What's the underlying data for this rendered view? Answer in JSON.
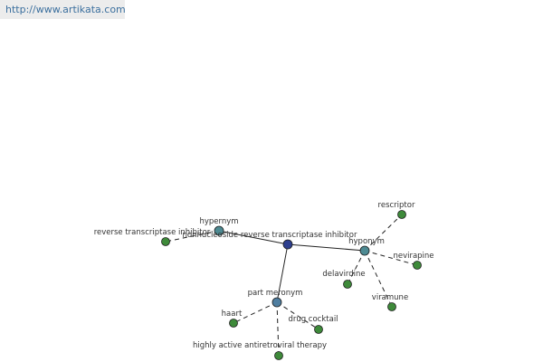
{
  "watermark": {
    "url": "http://www.artikata.com"
  },
  "graph": {
    "nodes": [
      {
        "id": "center",
        "label": "nonnucleoside reverse transcriptase inhibitor",
        "kind": "root",
        "color": "#2e3f8f"
      },
      {
        "id": "hypernym",
        "label": "hypernym",
        "kind": "relation",
        "color": "#4d8a92"
      },
      {
        "id": "hyponym",
        "label": "hyponym",
        "kind": "relation",
        "color": "#4d8a92"
      },
      {
        "id": "meronym",
        "label": "part meronym",
        "kind": "relation",
        "color": "#4f7ea0"
      },
      {
        "id": "rti",
        "label": "reverse transcriptase inhibitor",
        "kind": "term",
        "color": "#3e8a3a"
      },
      {
        "id": "rescriptor",
        "label": "rescriptor",
        "kind": "term",
        "color": "#3e8a3a"
      },
      {
        "id": "nevirapine",
        "label": "nevirapine",
        "kind": "term",
        "color": "#3e8a3a"
      },
      {
        "id": "delavirdine",
        "label": "delavirdine",
        "kind": "term",
        "color": "#3e8a3a"
      },
      {
        "id": "viramune",
        "label": "viramune",
        "kind": "term",
        "color": "#3e8a3a"
      },
      {
        "id": "haart",
        "label": "haart",
        "kind": "term",
        "color": "#3e8a3a"
      },
      {
        "id": "drugcocktail",
        "label": "drug cocktail",
        "kind": "term",
        "color": "#3e8a3a"
      },
      {
        "id": "hart",
        "label": "highly active antiretroviral therapy",
        "kind": "term",
        "color": "#3e8a3a"
      }
    ],
    "edges": [
      {
        "from": "center",
        "to": "hypernym",
        "style": "solid"
      },
      {
        "from": "center",
        "to": "hyponym",
        "style": "solid"
      },
      {
        "from": "center",
        "to": "meronym",
        "style": "solid"
      },
      {
        "from": "hypernym",
        "to": "rti",
        "style": "dashed"
      },
      {
        "from": "hyponym",
        "to": "rescriptor",
        "style": "dashed"
      },
      {
        "from": "hyponym",
        "to": "nevirapine",
        "style": "dashed"
      },
      {
        "from": "hyponym",
        "to": "delavirdine",
        "style": "dashed"
      },
      {
        "from": "hyponym",
        "to": "viramune",
        "style": "dashed"
      },
      {
        "from": "meronym",
        "to": "haart",
        "style": "dashed"
      },
      {
        "from": "meronym",
        "to": "drugcocktail",
        "style": "dashed"
      },
      {
        "from": "meronym",
        "to": "hart",
        "style": "dashed"
      }
    ]
  }
}
